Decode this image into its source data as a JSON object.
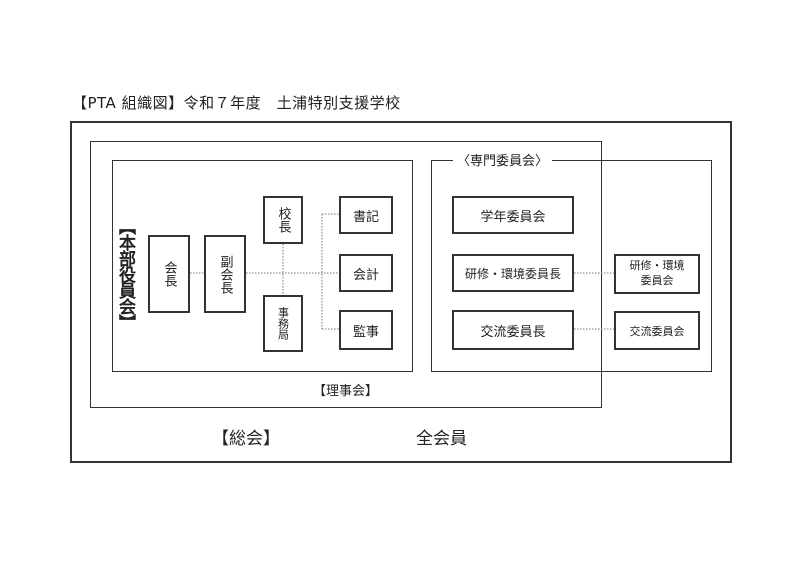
{
  "title": "【PTA 組織図】令和７年度　土浦特別支援学校",
  "all_members": "全会員",
  "general_meeting": "【総会】",
  "board": "【理事会】",
  "specialist_committees": "〈専門委員会〉",
  "head_office": "【本部役員会】",
  "officers": {
    "president": "会長",
    "vice_president": "副会長",
    "principal": "校長",
    "office": "事務局",
    "secretary": "書記",
    "accountant": "会計",
    "auditor": "監事"
  },
  "committees": {
    "grade": "学年委員会",
    "training_chair": "研修・環境委員長",
    "exchange_chair": "交流委員長",
    "training_committee_line1": "研修・環境",
    "training_committee_line2": "委員会",
    "exchange_committee": "交流委員会"
  }
}
